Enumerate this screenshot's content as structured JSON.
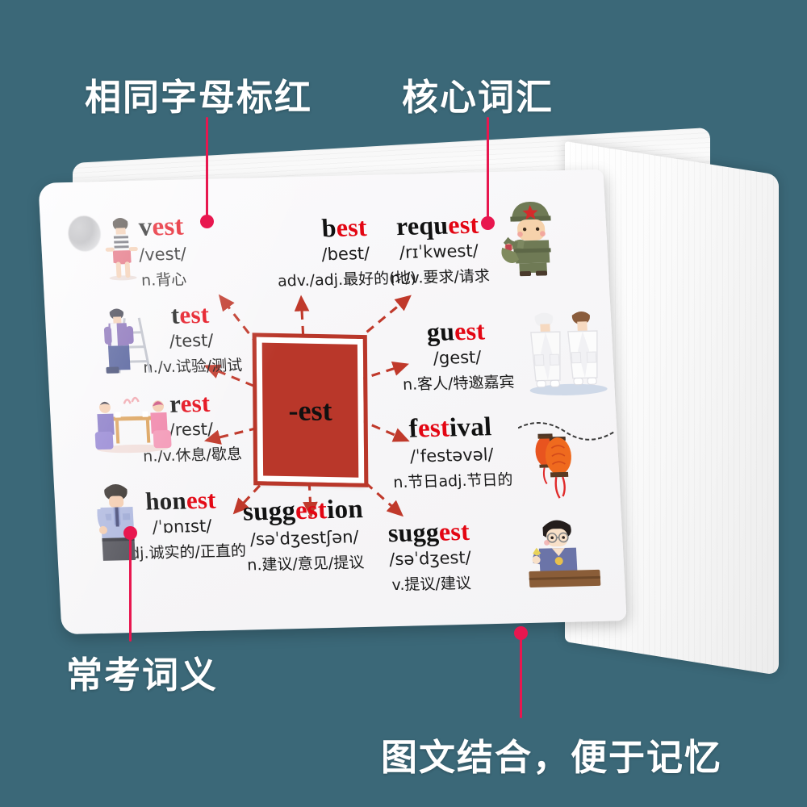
{
  "background_color": "#3b6878",
  "accent_color": "#e8174f",
  "highlight_color": "#e30613",
  "center_box_color": "#b9372a",
  "annotations": [
    {
      "id": "same-letters-red",
      "text": "相同字母标红"
    },
    {
      "id": "core-vocabulary",
      "text": "核心词汇"
    },
    {
      "id": "common-meanings",
      "text": "常考词义"
    },
    {
      "id": "text-image-combo",
      "text": "图文结合，便于记忆"
    }
  ],
  "card": {
    "root_box": "-est",
    "entries": [
      {
        "id": "vest",
        "word_prefix": "v",
        "word_suffix": "est",
        "word_extra": "",
        "ipa": "/vest/",
        "meaning": "n.背心",
        "icon": "woman-sitting-vest-illustration"
      },
      {
        "id": "test",
        "word_prefix": "t",
        "word_suffix": "est",
        "word_extra": "",
        "ipa": "/test/",
        "meaning": "n./v.试验/测试",
        "icon": "man-on-ladder-illustration"
      },
      {
        "id": "rest",
        "word_prefix": "r",
        "word_suffix": "est",
        "word_extra": "",
        "ipa": "/rest/",
        "meaning": "n./v.休息/歇息",
        "icon": "couple-at-table-illustration"
      },
      {
        "id": "honest",
        "word_prefix": "hon",
        "word_suffix": "est",
        "word_extra": "",
        "ipa": "/ˈɒnɪst/",
        "meaning": "adj.诚实的/正直的",
        "icon": "police-officer-illustration"
      },
      {
        "id": "best",
        "word_prefix": "b",
        "word_suffix": "est",
        "word_extra": "",
        "ipa": "/best/",
        "meaning": "adv./adj.最好的(地)",
        "icon": ""
      },
      {
        "id": "suggestion",
        "word_prefix": "sugg",
        "word_suffix": "est",
        "word_extra": "ion",
        "ipa": "/səˈdʒestʃən/",
        "meaning": "n.建议/意见/提议",
        "icon": ""
      },
      {
        "id": "request",
        "word_prefix": "requ",
        "word_suffix": "est",
        "word_extra": "",
        "ipa": "/rɪˈkwest/",
        "meaning": "n./v.要求/请求",
        "icon": "soldier-illustration"
      },
      {
        "id": "guest",
        "word_prefix": "gu",
        "word_suffix": "est",
        "word_extra": "",
        "ipa": "/gest/",
        "meaning": "n.客人/特邀嘉宾",
        "icon": "bathrobe-guests-illustration"
      },
      {
        "id": "festival",
        "word_prefix": "f",
        "word_suffix": "est",
        "word_extra": "ival",
        "ipa": "/ˈfestəvəl/",
        "meaning": "n.节日adj.节日的",
        "icon": "red-lanterns-illustration"
      },
      {
        "id": "suggest",
        "word_prefix": "sugg",
        "word_suffix": "est",
        "word_extra": "",
        "ipa": "/səˈdʒest/",
        "meaning": "v.提议/建议",
        "icon": "boy-at-podium-illustration"
      }
    ]
  }
}
